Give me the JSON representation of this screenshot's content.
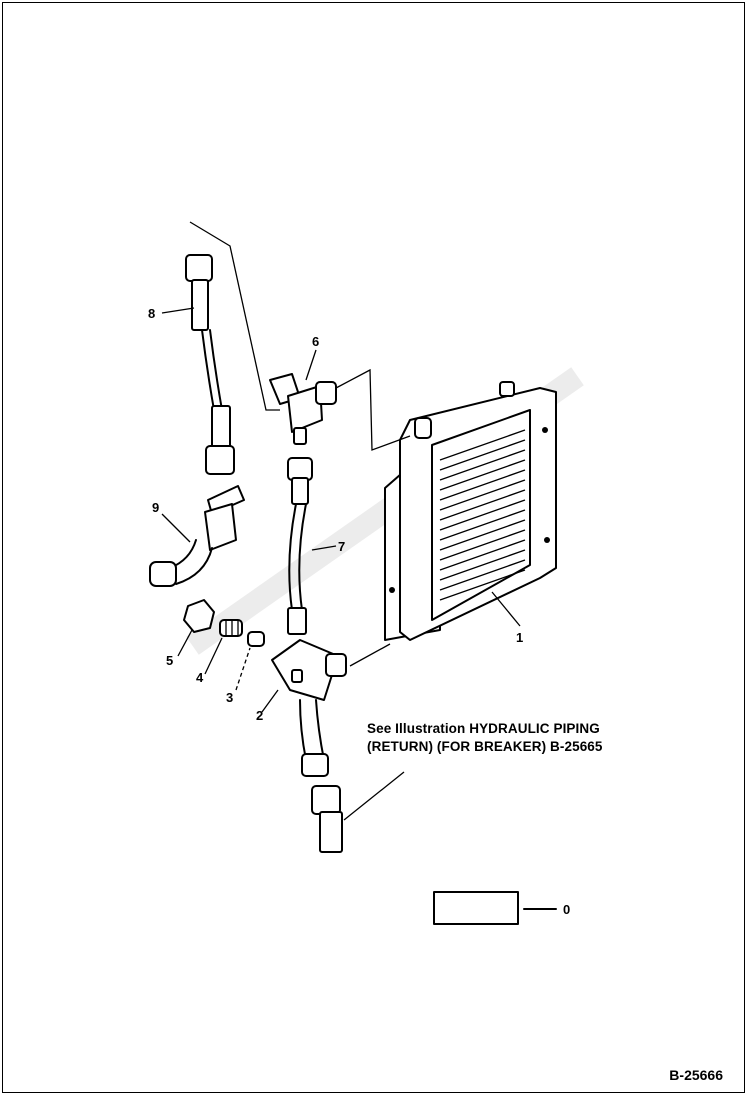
{
  "callouts": {
    "c0": "0",
    "c1": "1",
    "c2": "2",
    "c3": "3",
    "c4": "4",
    "c5": "5",
    "c6": "6",
    "c7": "7",
    "c8": "8",
    "c9": "9"
  },
  "note": {
    "line1": "See Illustration HYDRAULIC PIPING",
    "line2": "(RETURN) (FOR BREAKER) B-25665"
  },
  "figure_number": "B-25666"
}
